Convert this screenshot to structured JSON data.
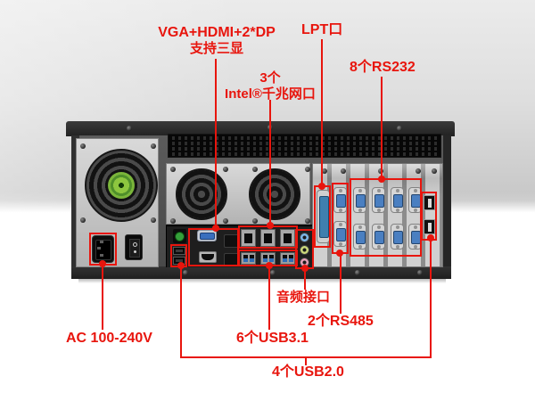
{
  "callouts": {
    "video": {
      "line1": "VGA+HDMI+2*DP",
      "line2": "支持三显"
    },
    "lan": {
      "line1": "3个",
      "line2": "Intel®千兆网口"
    },
    "lpt": {
      "text": "LPT口"
    },
    "rs232": {
      "text": "8个RS232"
    },
    "ac": {
      "text": "AC 100-240V"
    },
    "usb31": {
      "text": "6个USB3.1"
    },
    "audio": {
      "text": "音频接口"
    },
    "rs485": {
      "text": "2个RS485"
    },
    "usb20": {
      "text": "4个USB2.0"
    }
  },
  "port_groups": [
    {
      "name": "display_outputs",
      "ports": [
        "VGA",
        "HDMI",
        "DisplayPort",
        "DisplayPort"
      ]
    },
    {
      "name": "ethernet_lan",
      "count": 3
    },
    {
      "name": "usb_3_1",
      "count": 6
    },
    {
      "name": "usb_2_0",
      "count": 4
    },
    {
      "name": "rs232_serial",
      "count": 8
    },
    {
      "name": "rs485_serial",
      "count": 2
    },
    {
      "name": "lpt_parallel",
      "count": 1
    },
    {
      "name": "audio_jacks",
      "count": 3
    },
    {
      "name": "ps2",
      "count": 1
    },
    {
      "name": "ac_inlet",
      "count": 1
    },
    {
      "name": "power_switch",
      "count": 1
    }
  ],
  "colors": {
    "annotation_red": "#e8150d",
    "chassis_body": "#4b4b4b",
    "psu_panel": "#cccccc",
    "fan_hub_green": "#8dc63f",
    "db9_blue": "#4a7fc1",
    "usb3_blue": "#2f6db5",
    "audio_line_in": "#7db8e8",
    "audio_line_out": "#ccd97a",
    "audio_mic": "#e8a2b8"
  }
}
